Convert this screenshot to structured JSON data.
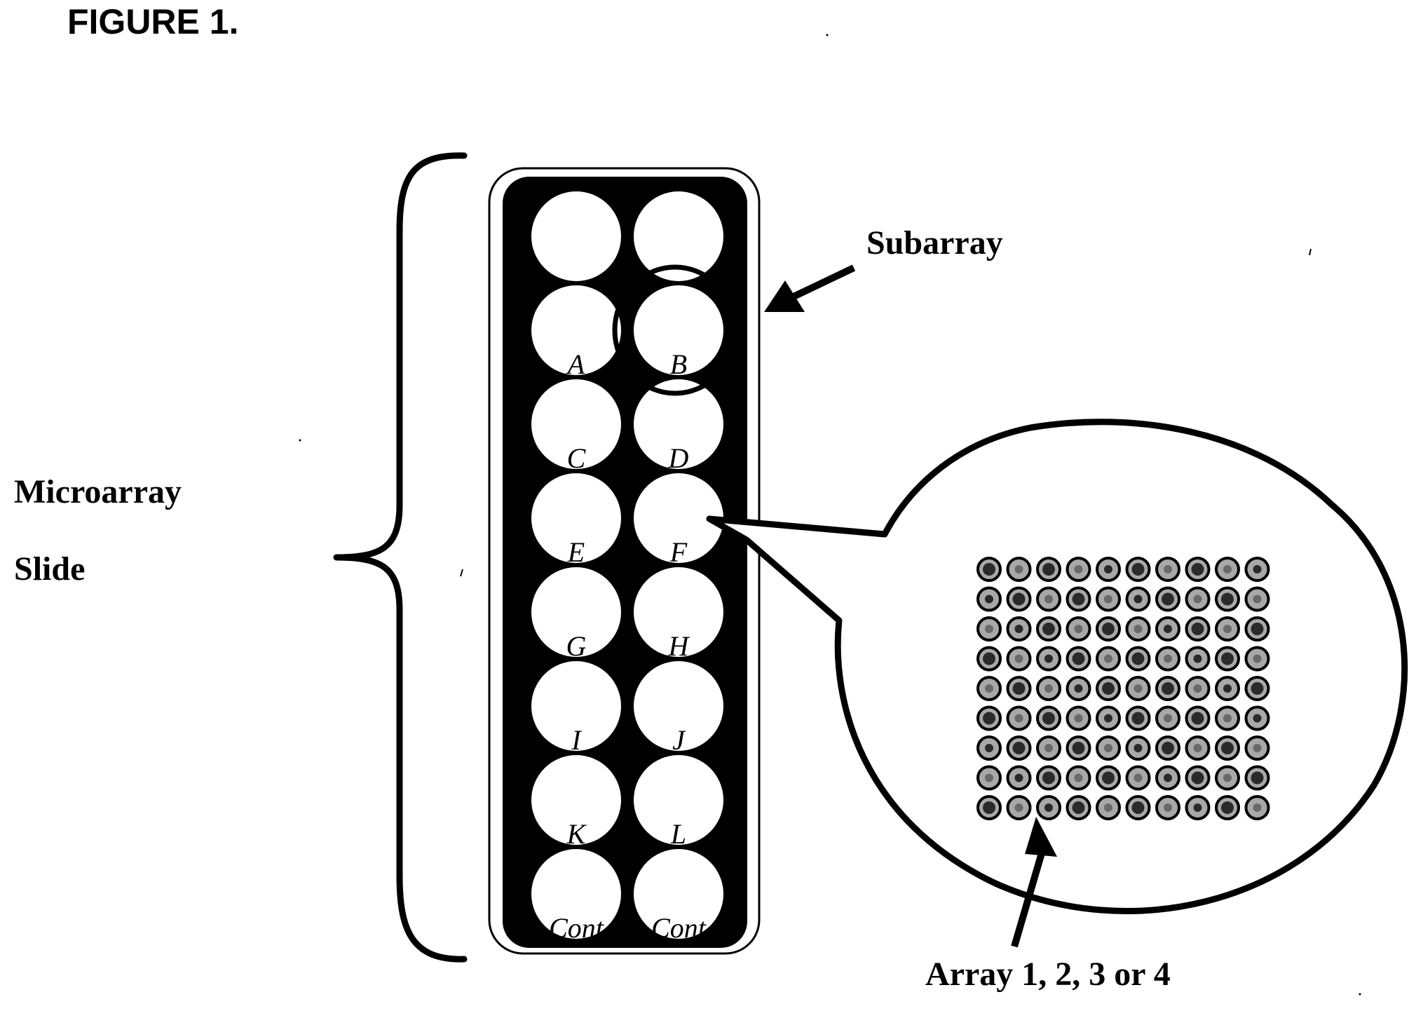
{
  "figure": {
    "title": "FIGURE 1",
    "title_period": "."
  },
  "labels": {
    "slide_line1": "Microarray",
    "slide_line2": "Slide",
    "subarray": "Subarray",
    "array": "Array 1, 2, 3 or 4"
  },
  "wells": {
    "rows": [
      [
        "",
        ""
      ],
      [
        "A",
        "B"
      ],
      [
        "C",
        "D"
      ],
      [
        "E",
        "F"
      ],
      [
        "G",
        "H"
      ],
      [
        "I",
        "J"
      ],
      [
        "K",
        "L"
      ],
      [
        "Cont",
        "Cont"
      ]
    ]
  },
  "spot_grid": {
    "rows": 9,
    "cols": 10
  },
  "colors": {
    "ink": "#000000",
    "paper": "#ffffff",
    "spot_fill": "#a8a8a8",
    "spot_core": "#2a2a2a"
  }
}
